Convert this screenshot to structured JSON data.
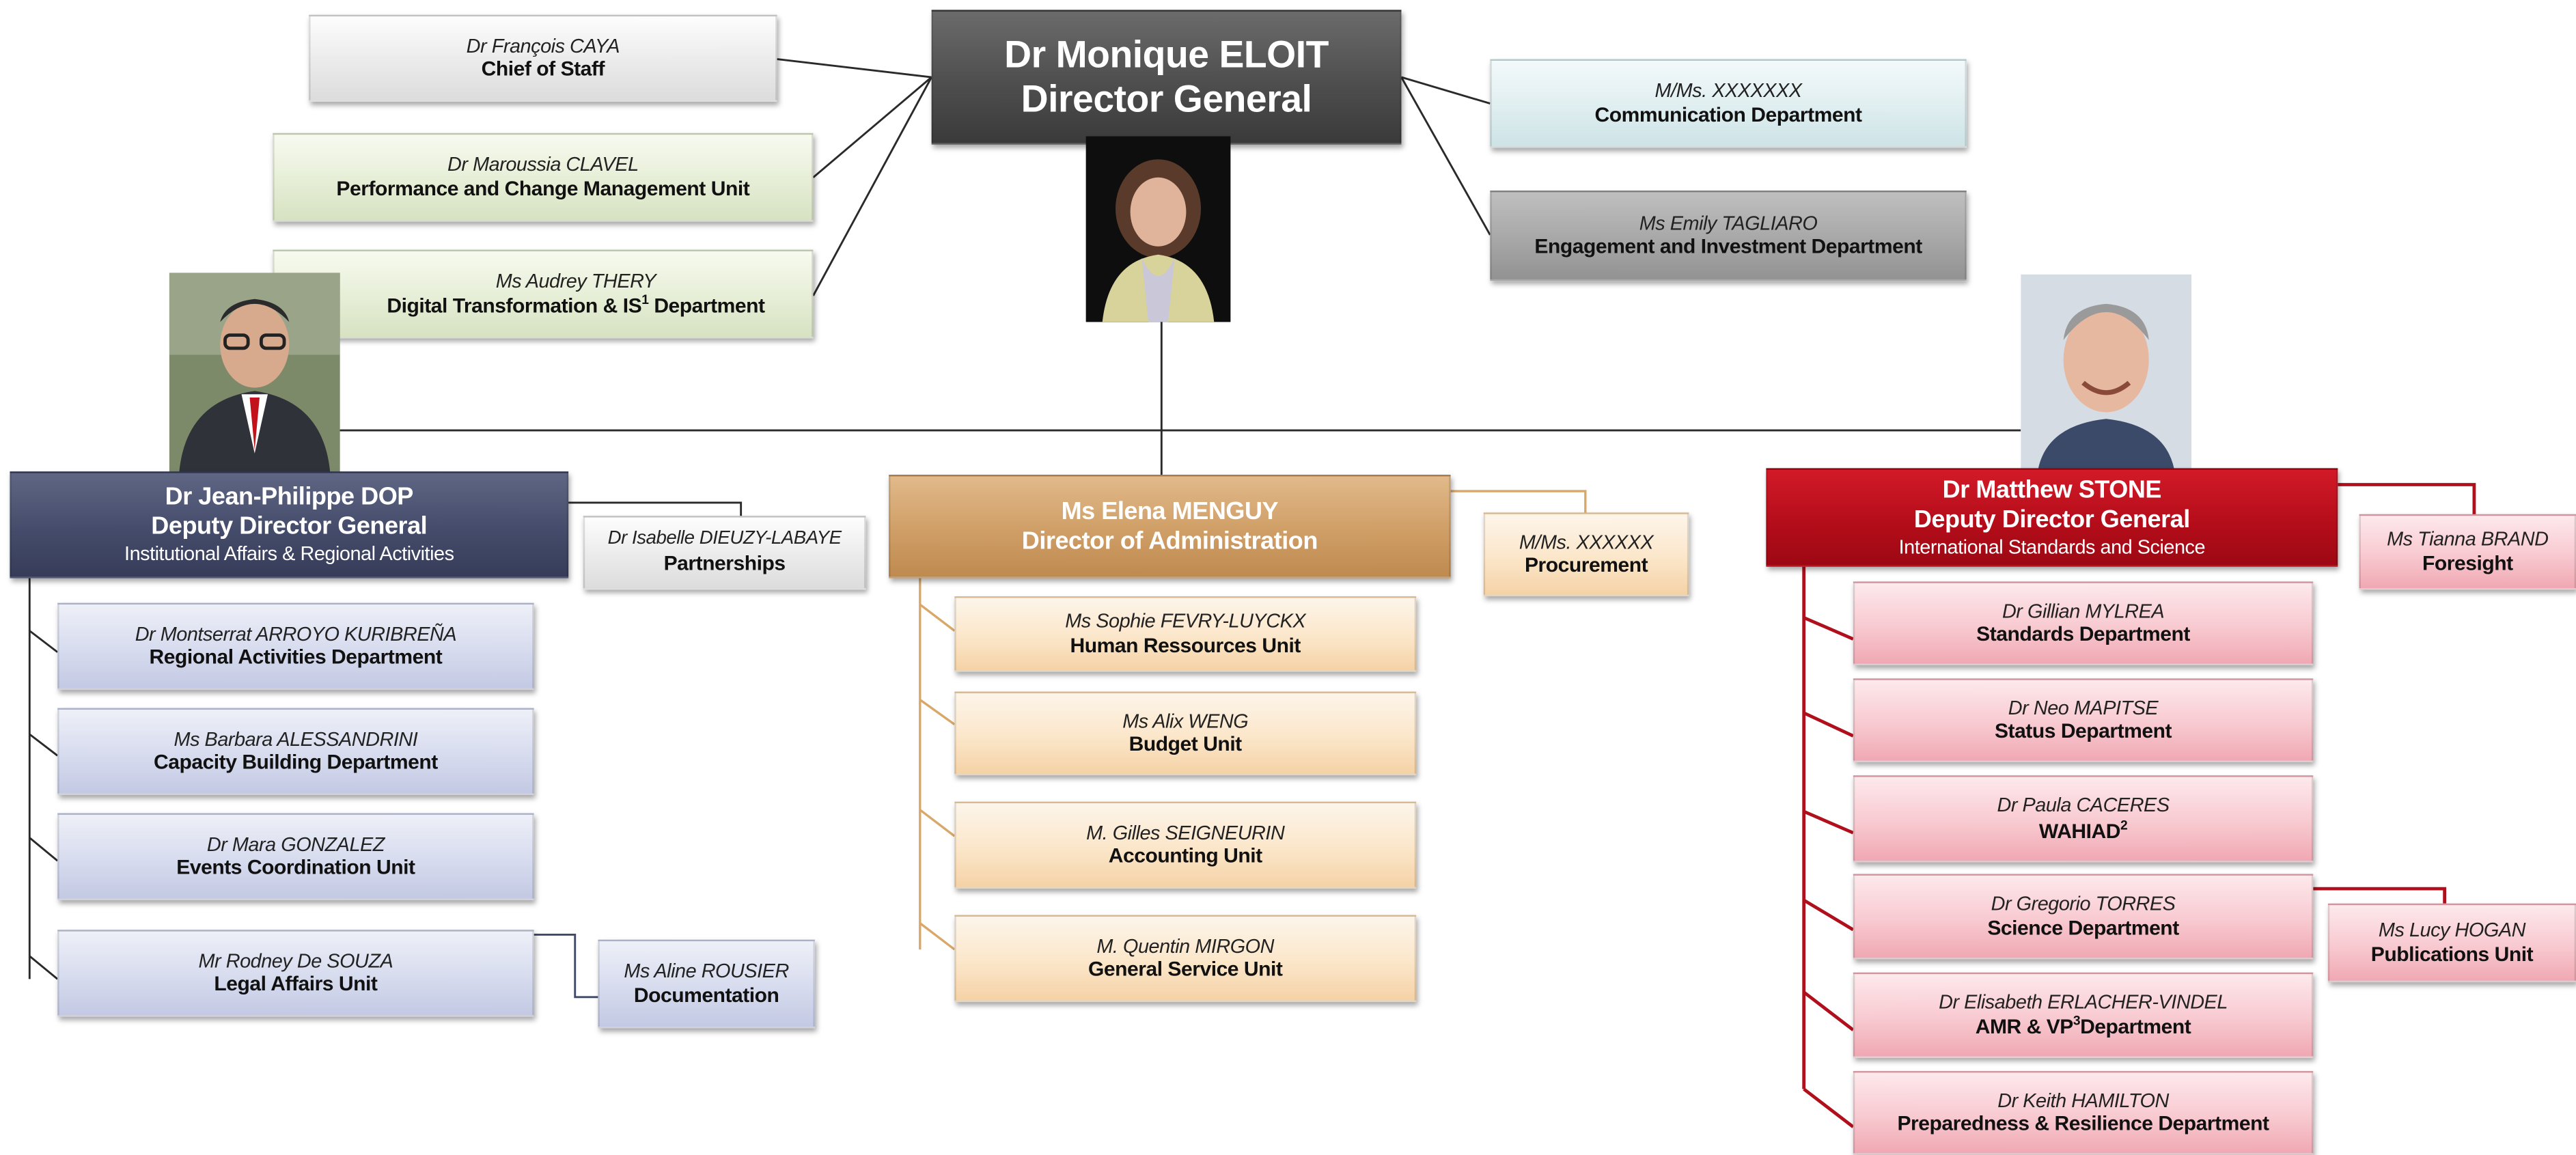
{
  "director_general": {
    "name": "Dr Monique ELOIT",
    "title": "Director General"
  },
  "top_left_units": [
    {
      "name": "Dr François  CAYA",
      "title": "Chief of Staff"
    },
    {
      "name": "Dr Maroussia  CLAVEL",
      "title": "Performance  and  Change Management  Unit"
    },
    {
      "name": "Ms Audrey  THERY",
      "title": "Digital Transformation & IS",
      "sup": "1",
      "title_after": " Department"
    }
  ],
  "top_right_units": [
    {
      "name": "M/Ms. XXXXXXX",
      "title": "Communication Department"
    },
    {
      "name": "Ms Emily TAGLIARO",
      "title": "Engagement  and  Investment Department"
    }
  ],
  "left_branch": {
    "name": "Dr Jean-Philippe DOP",
    "title": "Deputy Director General",
    "subtitle": "Institutional   Affairs  & Regional Activities",
    "side_unit": {
      "name": "Dr Isabelle DIEUZY-LABAYE",
      "title": "Partnerships"
    },
    "units": [
      {
        "name": "Dr Montserrat  ARROYO KURIBREÑA",
        "title": "Regional Activities Department"
      },
      {
        "name": "Ms Barbara  ALESSANDRINI",
        "title": "Capacity  Building Department"
      },
      {
        "name": "Dr Mara  GONZALEZ",
        "title": "Events Coordination Unit"
      },
      {
        "name": "Mr Rodney  De SOUZA",
        "title": "Legal Affairs Unit"
      }
    ],
    "sub_unit": {
      "name": "Ms Aline ROUSIER",
      "title": "Documentation"
    }
  },
  "center_branch": {
    "name": "Ms Elena MENGUY",
    "title": "Director of Administration",
    "side_unit": {
      "name": "M/Ms. XXXXXX",
      "title": "Procurement"
    },
    "units": [
      {
        "name": "Ms Sophie  FEVRY-LUYCKX",
        "title": "Human Ressources  Unit"
      },
      {
        "name": "Ms Alix WENG",
        "title": "Budget Unit"
      },
      {
        "name": "M. Gilles  SEIGNEURIN",
        "title": "Accounting Unit"
      },
      {
        "name": "M. Quentin  MIRGON",
        "title": "General Service Unit"
      }
    ]
  },
  "right_branch": {
    "name": "Dr Matthew STONE",
    "title": "Deputy Director General",
    "subtitle": "International  Standards and Science",
    "side_unit": {
      "name": "Ms Tianna BRAND",
      "title": "Foresight"
    },
    "units": [
      {
        "name": "Dr Gillian  MYLREA",
        "title": "Standards Department"
      },
      {
        "name": "Dr Neo  MAPITSE",
        "title": "Status Department"
      },
      {
        "name": "Dr Paula  CACERES",
        "title": "WAHIAD",
        "sup": "2"
      },
      {
        "name": "Dr Gregorio  TORRES",
        "title": "Science Department"
      },
      {
        "name": "Dr Elisabeth  ERLACHER-VINDEL",
        "title": "AMR & VP",
        "sup": "3",
        "title_after": "Department"
      },
      {
        "name": "Dr Keith  HAMILTON",
        "title": "Preparedness  & Resilience Department"
      }
    ],
    "sub_unit": {
      "name": "Ms Lucy HOGAN",
      "title": "Publications Unit"
    }
  },
  "colors": {
    "left_connector": "#4a4a4a",
    "center_connector": "#d9a769",
    "right_connector": "#b0101c"
  }
}
